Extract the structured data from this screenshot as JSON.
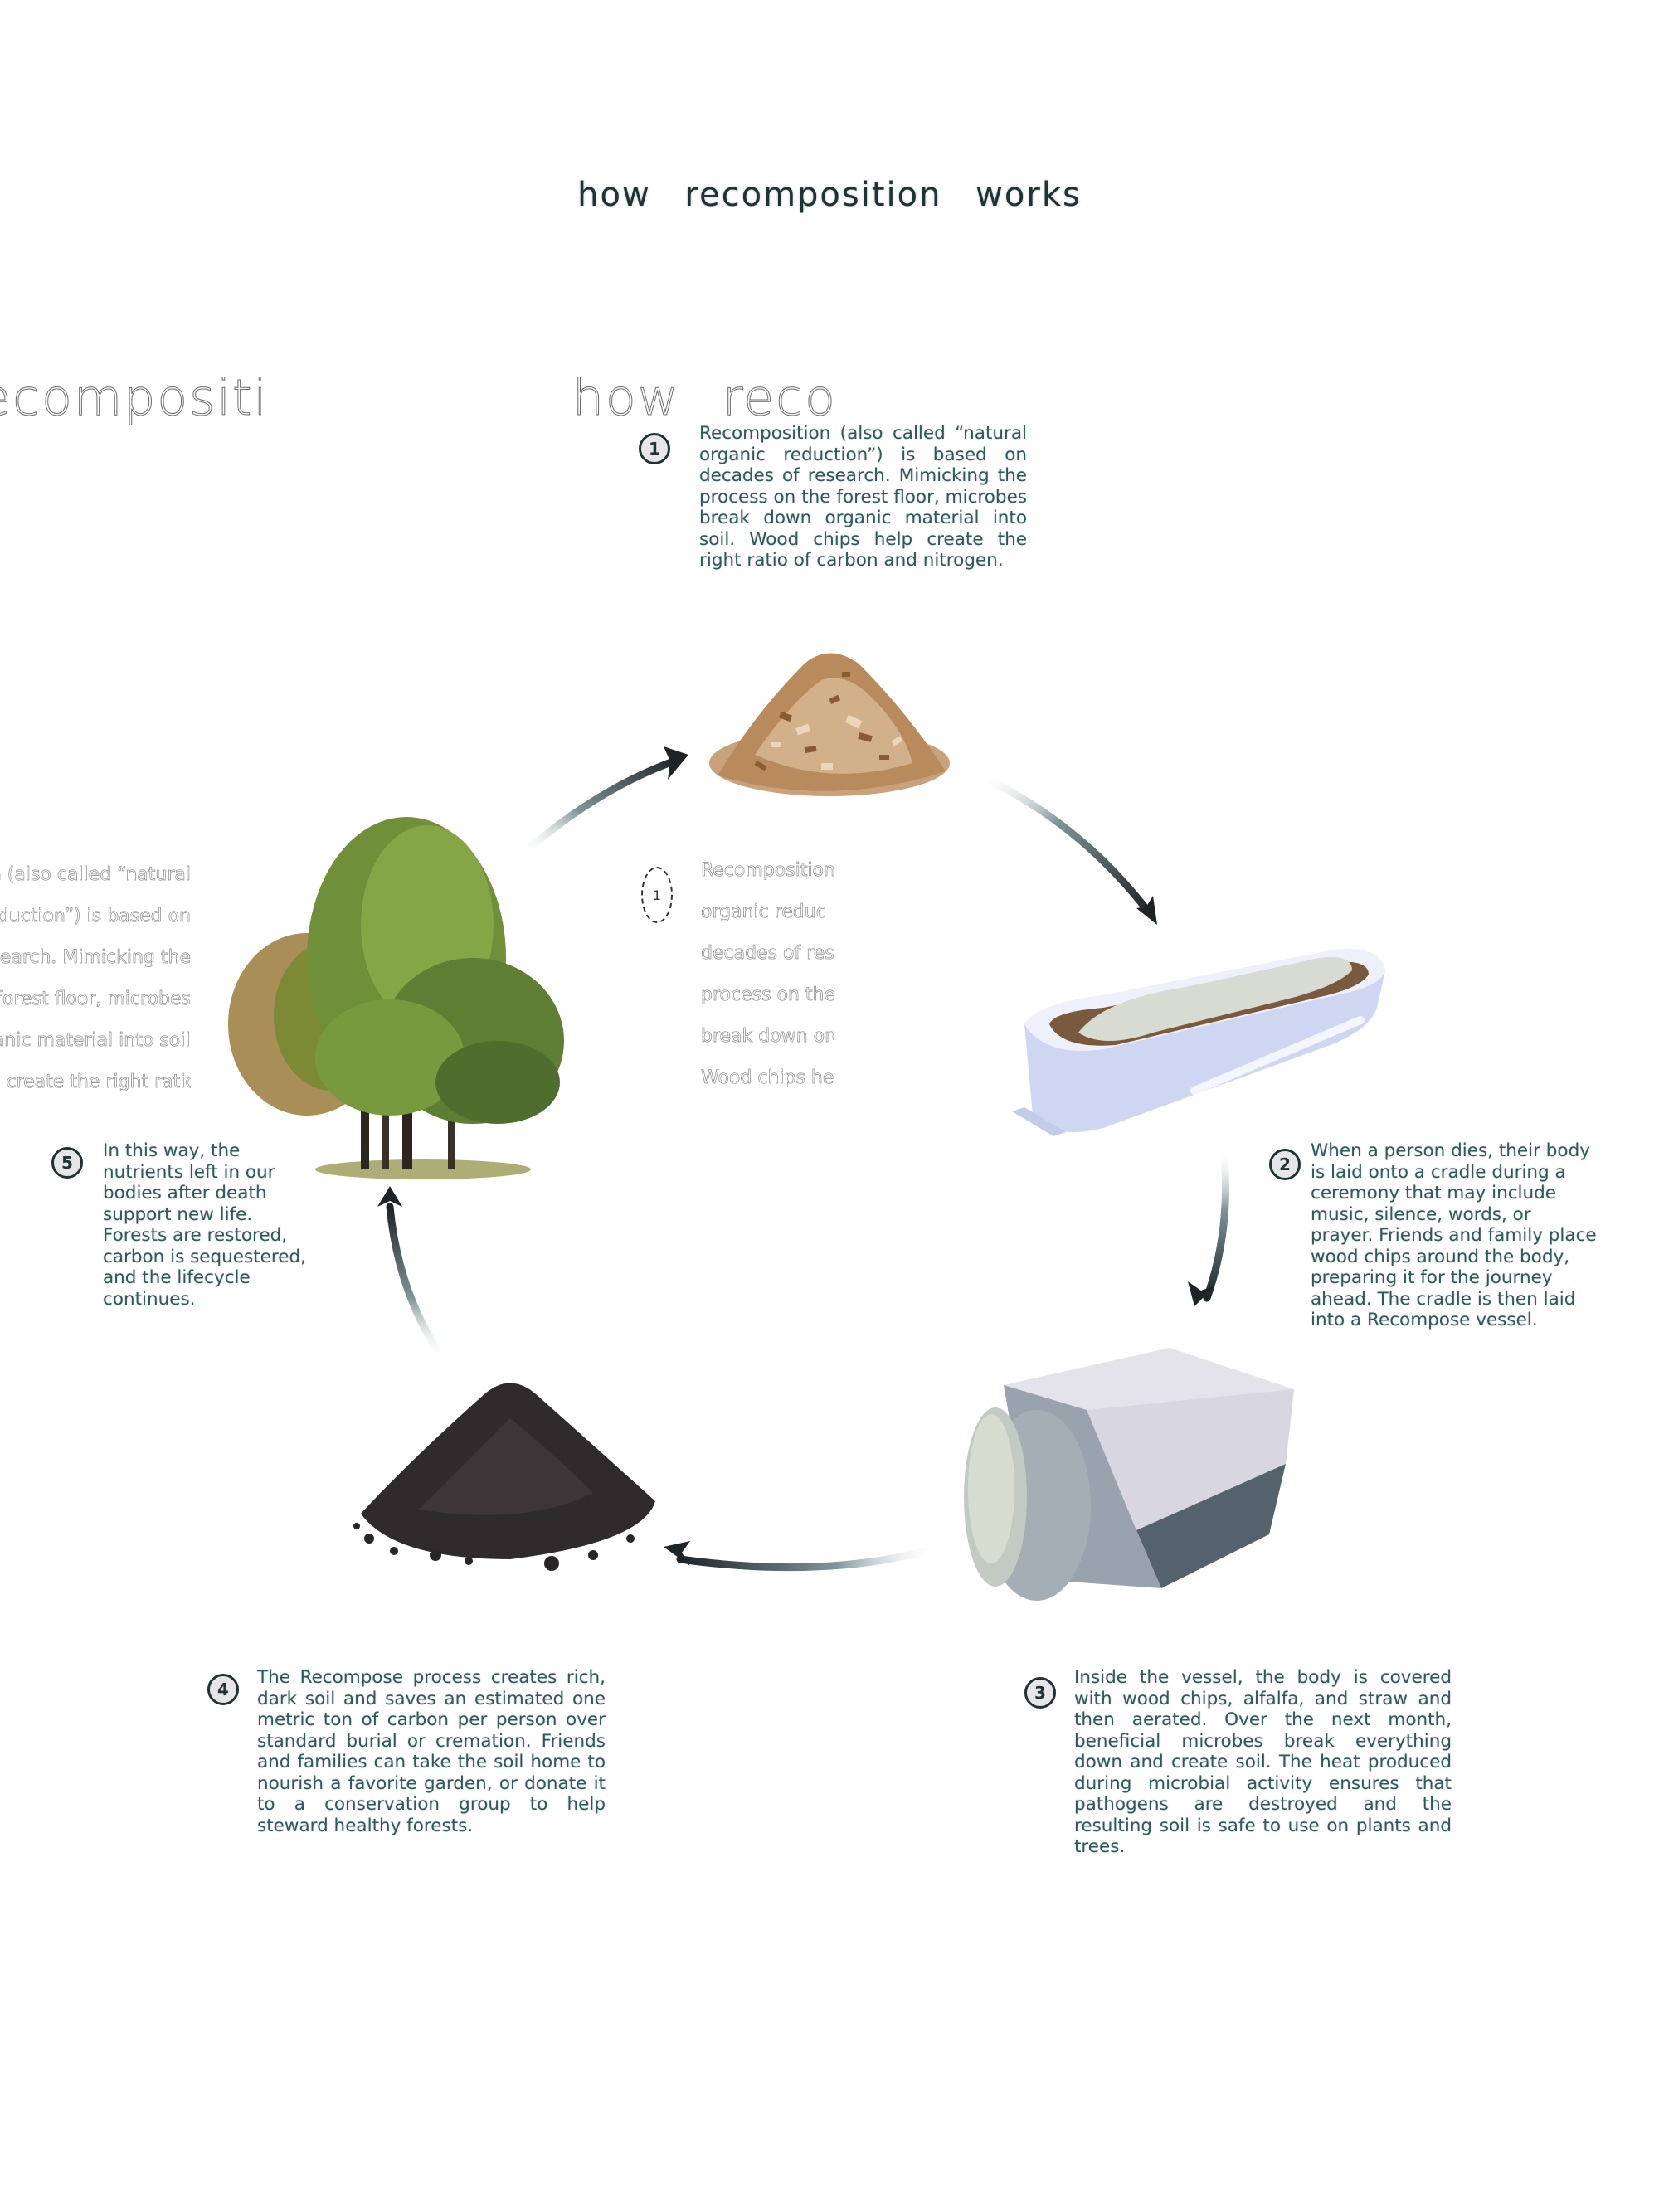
{
  "title": "how   recomposition   works",
  "ghost_overlays": {
    "left_title": "how   recomposition   works",
    "center_title": "how   recomp",
    "left_text_lines": [
      "Recomposition (also called “natural",
      "organic reduction”) is based on",
      "decades of research. Mimicking the",
      "process on the forest floor, microbes",
      "break down organic material into soil.",
      "Wood chips help create the right ratio"
    ],
    "center_text_lines": [
      "Recomposition",
      "organic reduc",
      "decades of res",
      "process on the",
      "break down org",
      "Wood chips hel"
    ],
    "center_number": "1"
  },
  "steps": [
    {
      "number": "1",
      "text": "Recomposition (also called “natural organic reduction”) is based on decades of research. Mimicking the process on the forest floor, microbes break down organic material into soil. Wood chips help create the right ratio of carbon and nitrogen.",
      "image": "wood-chips-pile"
    },
    {
      "number": "2",
      "text": "When a person dies, their body is laid onto a cradle during a ceremony that may include music, silence, words, or prayer. Friends and family place wood chips around the body, preparing it for the journey ahead. The cradle is then laid into a Recompose vessel.",
      "image": "cradle-with-shrouded-body"
    },
    {
      "number": "3",
      "text": "Inside the vessel, the body is covered with wood chips, alfalfa, and straw and then aerated. Over the next month, beneficial microbes break everything down and create soil. The heat produced during microbial activity ensures that pathogens are destroyed and the resulting soil is safe to use on plants and trees.",
      "image": "recompose-vessel"
    },
    {
      "number": "4",
      "text": "The Recompose process creates rich, dark soil and saves an estimated one metric ton of carbon per person over standard burial or cremation. Friends and families can take the soil home to nourish a favorite garden, or donate it to a conservation group to help steward healthy forests.",
      "image": "soil-pile"
    },
    {
      "number": "5",
      "text": "In this way, the nutrients left in our bodies after death support new life. Forests are restored, carbon is sequestered, and the lifecycle continues.",
      "image": "trees"
    }
  ],
  "colors": {
    "text": "#2e5a5c",
    "title": "#1e3336",
    "arrow_dark": "#1c2428",
    "arrow_light": "#9fb2b5"
  }
}
